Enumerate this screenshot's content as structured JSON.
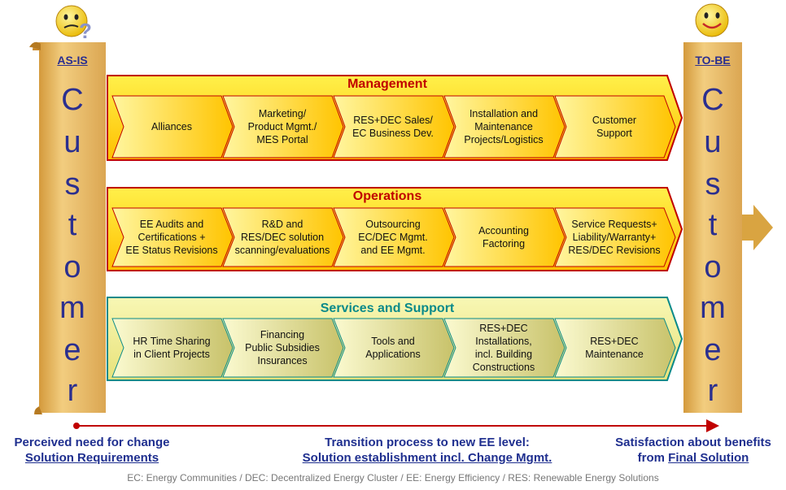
{
  "left_scroll": {
    "heading": "AS-IS",
    "letters": [
      "C",
      "u",
      "s",
      "t",
      "o",
      "m",
      "e",
      "r"
    ]
  },
  "right_scroll": {
    "heading": "TO-BE",
    "letters": [
      "C",
      "u",
      "s",
      "t",
      "o",
      "m",
      "e",
      "r"
    ]
  },
  "bands": [
    {
      "title": "Management",
      "title_color": "#c00000",
      "items": [
        "Alliances",
        "Marketing/\nProduct Mgmt./\nMES Portal",
        "RES+DEC Sales/\nEC Business Dev.",
        "Installation and\nMaintenance\nProjects/Logistics",
        "Customer\nSupport"
      ]
    },
    {
      "title": "Operations",
      "title_color": "#c00000",
      "items": [
        "EE Audits and\nCertifications +\nEE Status Revisions",
        "R&D and\nRES/DEC solution\nscanning/evaluations",
        "Outsourcing\nEC/DEC Mgmt.\nand EE Mgmt.",
        "Accounting\nFactoring",
        "Service Requests+\nLiability/Warranty+\nRES/DEC Revisions"
      ]
    },
    {
      "title": "Services and Support",
      "title_color": "#0a8a8a",
      "items": [
        "HR Time Sharing\nin Client Projects",
        "Financing\nPublic Subsidies\nInsurances",
        "Tools and\nApplications",
        "RES+DEC\nInstallations,\nincl. Building\nConstructions",
        "RES+DEC\nMaintenance"
      ]
    }
  ],
  "captions": {
    "left_line1": "Perceived need for change",
    "left_line2": "Solution Requirements",
    "middle_line1": "Transition process to new EE level:",
    "middle_line2": "Solution establishment incl. Change Mgmt.",
    "right_line1": "Satisfaction about benefits",
    "right_line2_prefix": "from ",
    "right_line2_link": "Final Solution"
  },
  "footnote": "EC: Energy Communities  / DEC: Decentralized Energy Cluster / EE: Energy Efficiency / RES: Renewable Energy Solutions",
  "colors": {
    "scroll": "#e6b55a",
    "text_blue": "#2b2f8f",
    "management_border": "#c00000",
    "services_border": "#0a8a8a",
    "timeline": "#c00000"
  },
  "icons": [
    "confused-smiley-icon",
    "happy-smiley-icon",
    "big-right-arrow-icon"
  ]
}
